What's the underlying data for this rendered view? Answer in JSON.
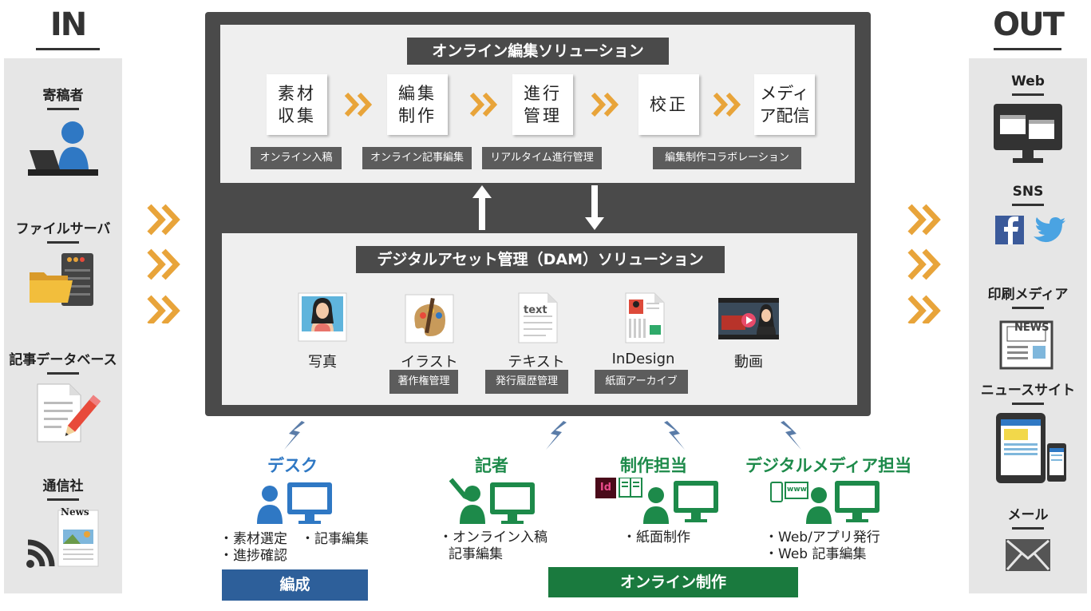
{
  "in": {
    "heading": "IN",
    "items": [
      {
        "label": "寄稿者",
        "icon": "contributor-laptop-icon"
      },
      {
        "label": "ファイルサーバ",
        "icon": "file-server-icon"
      },
      {
        "label": "記事データベース",
        "icon": "article-database-icon"
      },
      {
        "label": "通信社",
        "icon": "news-agency-icon"
      }
    ]
  },
  "out": {
    "heading": "OUT",
    "items": [
      {
        "label": "Web",
        "icon": "web-monitor-icon"
      },
      {
        "label": "SNS",
        "icon": "sns-icon"
      },
      {
        "label": "印刷メディア",
        "icon": "newspaper-icon"
      },
      {
        "label": "ニュースサイト",
        "icon": "tablet-phone-icon"
      },
      {
        "label": "メール",
        "icon": "mail-icon"
      }
    ]
  },
  "editing": {
    "title": "オンライン編集ソリューション",
    "steps": [
      "素材収集",
      "編集制作",
      "進行管理",
      "校正",
      "メディア配信"
    ],
    "tags": [
      "オンライン入稿",
      "オンライン記事編集",
      "リアルタイム進行管理",
      "編集制作コラボレーション"
    ]
  },
  "dam": {
    "title": "デジタルアセット管理（DAM）ソリューション",
    "assets": [
      {
        "label": "写真",
        "icon": "photo-icon"
      },
      {
        "label": "イラスト",
        "icon": "illustration-icon"
      },
      {
        "label": "テキスト",
        "icon": "text-document-icon"
      },
      {
        "label": "InDesign",
        "icon": "indesign-document-icon"
      },
      {
        "label": "動画",
        "icon": "video-icon"
      }
    ],
    "tags": [
      "著作権管理",
      "発行履歴管理",
      "紙面アーカイブ"
    ],
    "text_icon_word": "text"
  },
  "roles": [
    {
      "title": "デスク",
      "desc": [
        "・素材選定　・記事編集",
        "・進捗確認"
      ]
    },
    {
      "title": "記者",
      "desc": [
        "・オンライン入稿",
        "記事編集"
      ]
    },
    {
      "title": "制作担当",
      "desc": [
        "・紙面制作"
      ]
    },
    {
      "title": "デジタルメディア担当",
      "desc": [
        "・Web/アプリ発行",
        "・Web 記事編集"
      ]
    }
  ],
  "role_icons": {
    "indesign": "Id",
    "www": "www"
  },
  "bars": {
    "hensei": "編成",
    "online": "オンライン制作"
  },
  "news_label": "News",
  "newspaper_label": "NEWS",
  "colors": {
    "orange": "#e8a43a",
    "blue": "#2f78c4",
    "green": "#1d8a4a",
    "dark_blue_bar": "#2d5f9a",
    "dark_green_bar": "#1a7a3e",
    "dark_box": "#4a4a4a"
  }
}
